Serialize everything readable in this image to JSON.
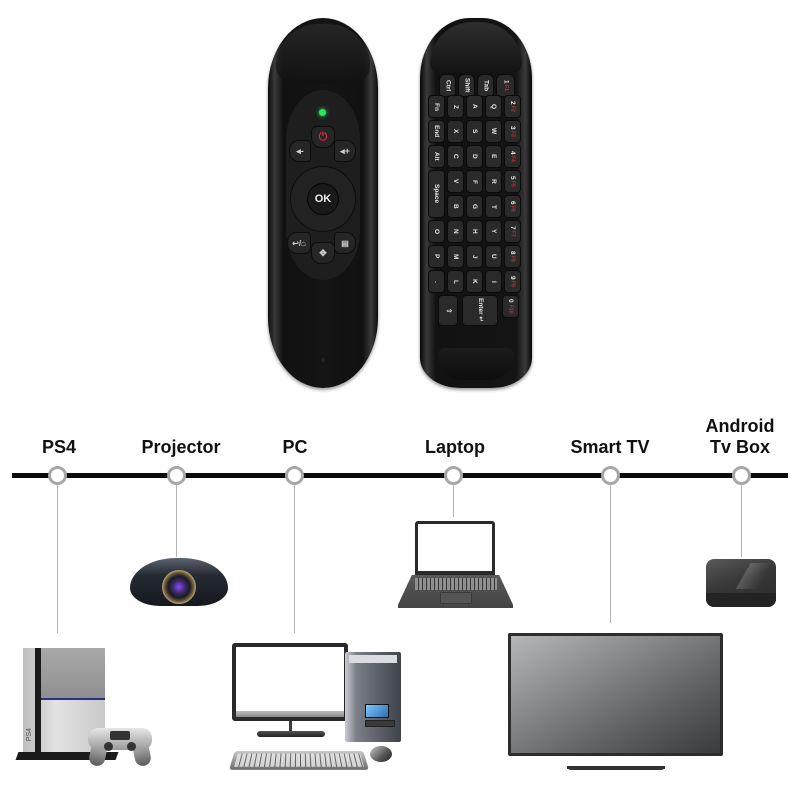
{
  "remote_front": {
    "led_color": "#2ee65a",
    "buttons": {
      "power": "⏻",
      "vol_down": "◂-",
      "vol_up": "◂+",
      "ok": "OK",
      "home_back": "↩/⌂",
      "mouse": "✥",
      "menu": "▤"
    },
    "power_color": "#d8283a"
  },
  "remote_back": {
    "keys": [
      {
        "label": "Ctrl"
      },
      {
        "label": "Shift"
      },
      {
        "label": "Tab"
      },
      {
        "label": "1",
        "fn": "F1"
      },
      {
        "label": "Fn"
      },
      {
        "label": "Z"
      },
      {
        "label": "A"
      },
      {
        "label": "Q"
      },
      {
        "label": "2",
        "fn": "F2"
      },
      {
        "label": "End"
      },
      {
        "label": "X"
      },
      {
        "label": "S"
      },
      {
        "label": "W"
      },
      {
        "label": "3",
        "fn": "F3"
      },
      {
        "label": "Alt"
      },
      {
        "label": "C"
      },
      {
        "label": "D"
      },
      {
        "label": "E"
      },
      {
        "label": "4",
        "fn": "F4"
      },
      {
        "label": "Space"
      },
      {
        "label": "V"
      },
      {
        "label": "F"
      },
      {
        "label": "R"
      },
      {
        "label": "5",
        "fn": "F5"
      },
      {
        "label": "B"
      },
      {
        "label": "G"
      },
      {
        "label": "T"
      },
      {
        "label": "6",
        "fn": "F6"
      },
      {
        "label": "O"
      },
      {
        "label": "N"
      },
      {
        "label": "H"
      },
      {
        "label": "Y"
      },
      {
        "label": "7",
        "fn": "F7"
      },
      {
        "label": "P"
      },
      {
        "label": "M"
      },
      {
        "label": "J"
      },
      {
        "label": "U"
      },
      {
        "label": "8",
        "fn": "F8"
      },
      {
        "label": "."
      },
      {
        "label": "L"
      },
      {
        "label": "K"
      },
      {
        "label": "I"
      },
      {
        "label": "9",
        "fn": "F9"
      },
      {
        "label": "⇧"
      },
      {
        "label": "Enter ↵"
      },
      {
        "label": "0",
        "fn": "F10"
      }
    ],
    "fn_color": "#c23240"
  },
  "timeline": {
    "line_color": "#0a0a0a",
    "node_border_color": "#a7a7a7",
    "devices": [
      {
        "id": "ps4",
        "label": "PS4"
      },
      {
        "id": "projector",
        "label": "Projector"
      },
      {
        "id": "pc",
        "label": "PC"
      },
      {
        "id": "laptop",
        "label": "Laptop"
      },
      {
        "id": "smart-tv",
        "label": "Smart TV"
      },
      {
        "id": "android-tv-box",
        "label_line1": "Android",
        "label_line2": "Tv Box"
      }
    ]
  },
  "ps4": {
    "logo": "PS4"
  }
}
